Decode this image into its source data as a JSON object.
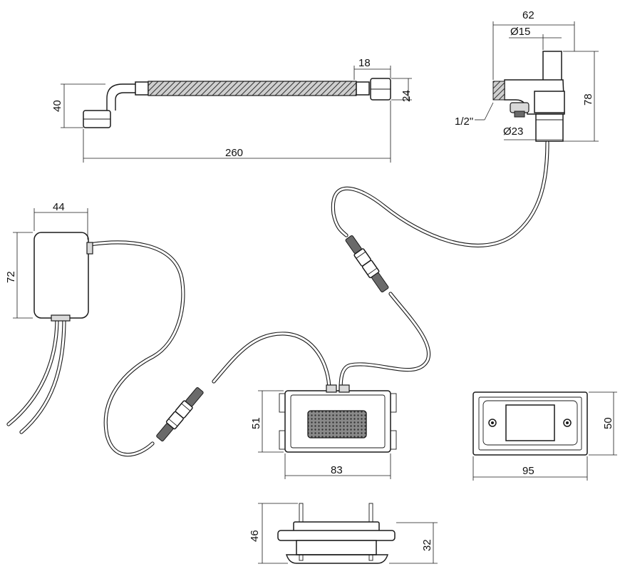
{
  "dimensions": {
    "hose": {
      "length": "260",
      "height": "40",
      "nut_width": "18",
      "nut_height": "24"
    },
    "valve": {
      "width": "62",
      "top_diameter": "Ø15",
      "height": "78",
      "thread": "1/2\"",
      "bottom_diameter": "Ø23"
    },
    "power_box": {
      "width": "44",
      "height": "72"
    },
    "sensor_front": {
      "width": "83",
      "height": "51"
    },
    "cover_plate": {
      "width": "95",
      "height": "50"
    },
    "side_view": {
      "total_height": "46",
      "body_height": "32"
    }
  },
  "colors": {
    "line": "#1a1a1a",
    "fill_grey": "#d9d9d9",
    "window": "#6a6a6a"
  }
}
